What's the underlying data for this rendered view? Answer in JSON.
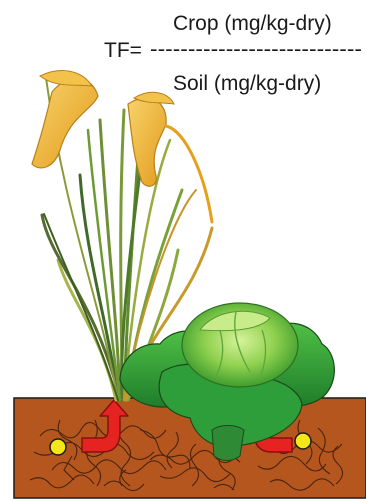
{
  "formula": {
    "numerator": "Crop (mg/kg-dry)",
    "label": "TF= ",
    "fraction_bar": "----------------------------",
    "denominator": "Soil (mg/kg-dry)"
  },
  "colors": {
    "soil": "#b5561f",
    "soil_lines": "#4a2410",
    "root": "#6b2f17",
    "arrow": "#e52421",
    "arrow_stroke": "#8a1010",
    "particle": "#f5e61a",
    "stem_green": "#7a9a3a",
    "stem_dark": "#3f6a2a",
    "leaf_yellow": "#f0b43a",
    "grain_gold": "#e6a01c",
    "cabbage_outer": "#2e9e3a",
    "cabbage_inner": "#8fd14f",
    "cabbage_light": "#c8ec8a"
  },
  "icons": {
    "rice_plant": "rice-plant-icon",
    "cabbage": "cabbage-icon",
    "soil": "soil-block",
    "uptake_arrow": "uptake-arrow-icon",
    "contaminant_particle": "contaminant-particle-icon"
  }
}
